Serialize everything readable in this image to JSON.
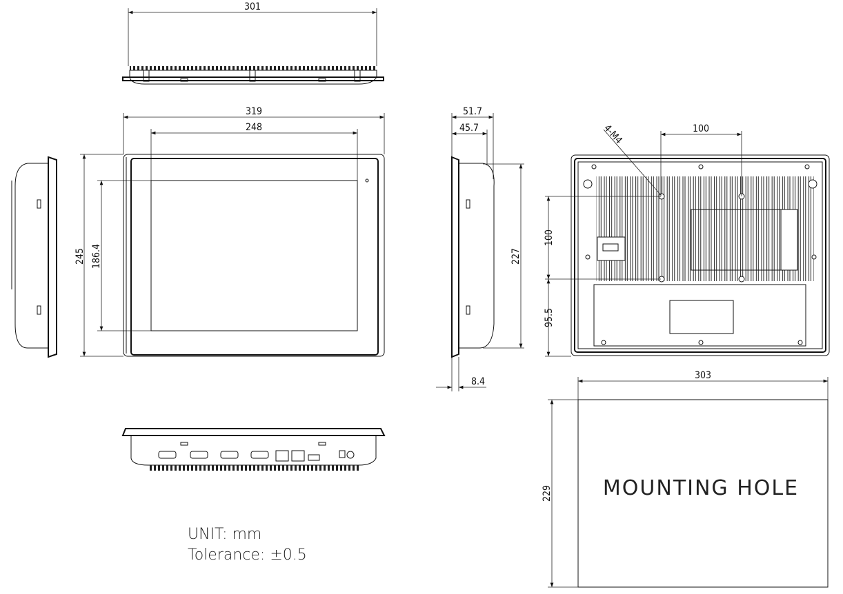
{
  "dimensions": {
    "top_width": "301",
    "overall_width": "319",
    "screen_width": "248",
    "overall_height": "245",
    "screen_height": "186.4",
    "depth_total": "51.7",
    "depth_body": "45.7",
    "side_height": "227",
    "bezel_thickness": "8.4",
    "vesa_horizontal": "100",
    "vesa_vertical": "100",
    "vesa_offset": "95.5",
    "screw_callout": "4-M4",
    "cutout_width": "303",
    "cutout_height": "229"
  },
  "labels": {
    "mounting_hole": "MOUNTING HOLE",
    "unit": "UNIT: mm",
    "tolerance": "Tolerance: ±0.5"
  }
}
